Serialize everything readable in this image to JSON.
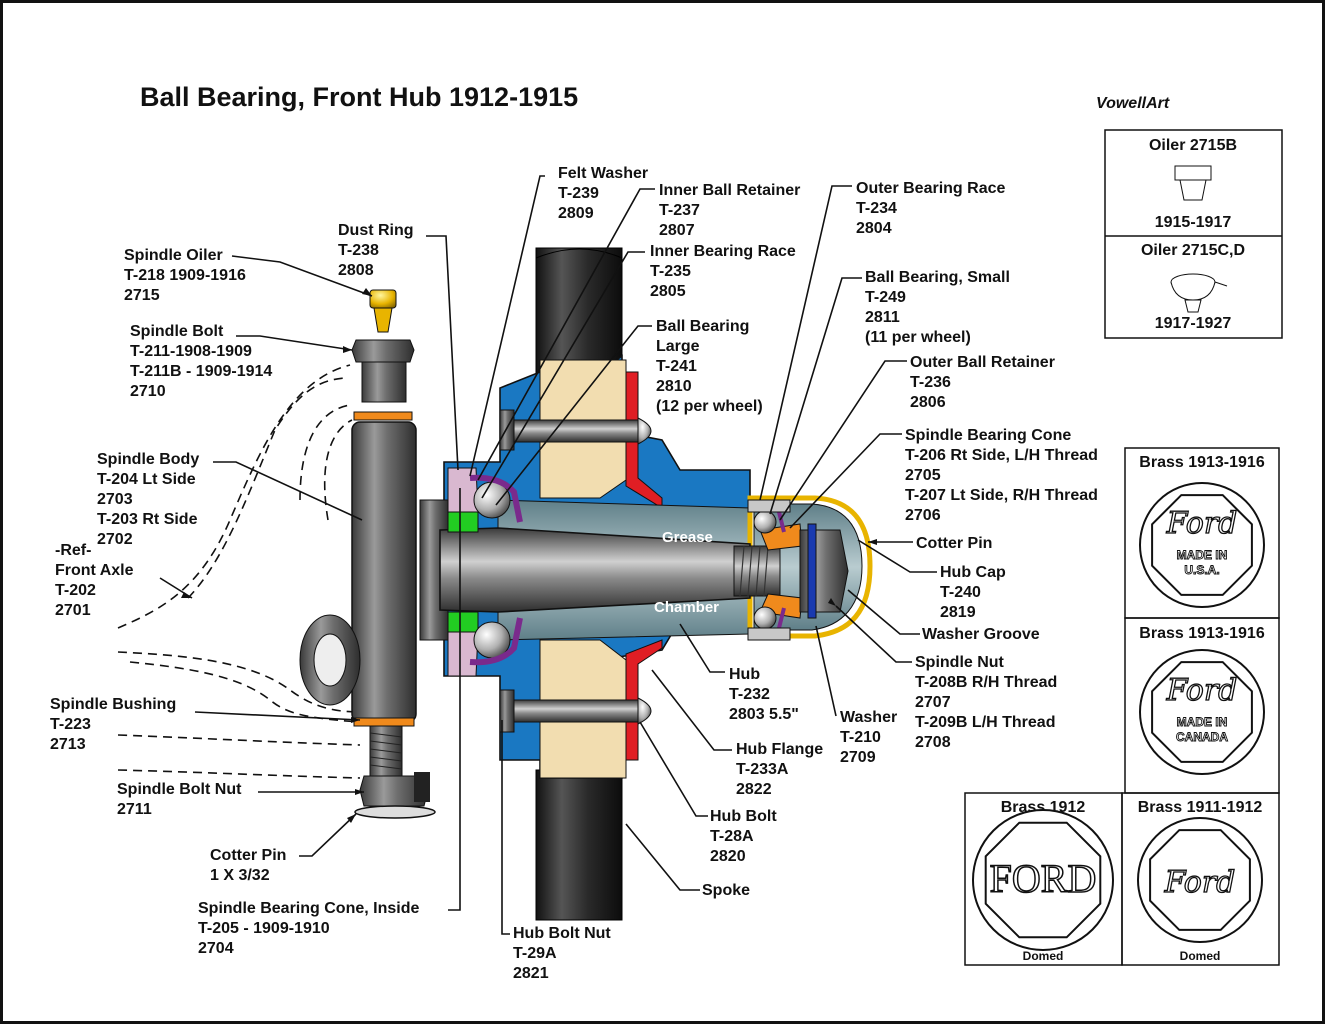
{
  "title": "Ball Bearing, Front Hub 1912-1915",
  "signature": "VowellArt",
  "callouts": {
    "spindle_oiler": [
      "Spindle Oiler",
      "T-218 1909-1916",
      "2715"
    ],
    "spindle_bolt": [
      "Spindle Bolt",
      "T-211-1908-1909",
      "T-211B - 1909-1914",
      "2710"
    ],
    "spindle_body": [
      "Spindle Body",
      "T-204 Lt Side",
      "2703",
      "T-203 Rt Side",
      "2702"
    ],
    "front_axle": [
      "-Ref-",
      "Front Axle",
      "T-202",
      "2701"
    ],
    "spindle_bushing": [
      "Spindle Bushing",
      "T-223",
      "2713"
    ],
    "spindle_bolt_nut": [
      "Spindle Bolt Nut",
      "2711"
    ],
    "cotter_pin_left": [
      "Cotter Pin",
      "1 X 3/32"
    ],
    "spindle_bearing_cone_inside": [
      "Spindle Bearing Cone, Inside",
      "T-205 - 1909-1910",
      "2704"
    ],
    "dust_ring": [
      "Dust Ring",
      "T-238",
      "2808"
    ],
    "felt_washer": [
      "Felt Washer",
      "T-239",
      "2809"
    ],
    "inner_ball_retainer": [
      "Inner Ball Retainer",
      "T-237",
      "2807"
    ],
    "inner_bearing_race": [
      "Inner Bearing Race",
      "T-235",
      "2805"
    ],
    "ball_bearing_large": [
      "Ball Bearing",
      "Large",
      "T-241",
      "2810",
      "(12 per wheel)"
    ],
    "outer_bearing_race": [
      "Outer Bearing Race",
      "T-234",
      "2804"
    ],
    "ball_bearing_small": [
      "Ball Bearing, Small",
      "T-249",
      "2811",
      "(11 per wheel)"
    ],
    "outer_ball_retainer": [
      "Outer Ball Retainer",
      "T-236",
      "2806"
    ],
    "spindle_bearing_cone": [
      "Spindle Bearing Cone",
      "T-206 Rt Side, L/H Thread",
      "2705",
      "T-207 Lt Side, R/H Thread",
      "2706"
    ],
    "cotter_pin_right": [
      "Cotter Pin"
    ],
    "hub_cap": [
      "Hub Cap",
      "T-240",
      "2819"
    ],
    "washer_groove": [
      "Washer Groove"
    ],
    "spindle_nut": [
      "Spindle Nut",
      "T-208B R/H Thread",
      "2707",
      "T-209B L/H Thread",
      "2708"
    ],
    "washer": [
      "Washer",
      "T-210",
      "2709"
    ],
    "hub": [
      "Hub",
      "T-232",
      "2803 5.5\""
    ],
    "hub_flange": [
      "Hub Flange",
      "T-233A",
      "2822"
    ],
    "hub_bolt": [
      "Hub Bolt",
      "T-28A",
      "2820"
    ],
    "spoke": [
      "Spoke"
    ],
    "hub_bolt_nut": [
      "Hub Bolt Nut",
      "T-29A",
      "2821"
    ]
  },
  "internal_labels": {
    "grease": "Grease",
    "chamber": "Chamber"
  },
  "oilers": [
    {
      "title": "Oiler 2715B",
      "years": "1915-1917"
    },
    {
      "title": "Oiler 2715C,D",
      "years": "1917-1927"
    }
  ],
  "hub_caps": [
    {
      "title": "Brass 1913-1916",
      "logo": "Ford",
      "lines": [
        "MADE IN",
        "U.S.A."
      ],
      "note": ""
    },
    {
      "title": "Brass 1913-1916",
      "logo": "Ford",
      "lines": [
        "MADE IN",
        "CANADA"
      ],
      "note": ""
    },
    {
      "title": "Brass 1912",
      "logo": "FORD",
      "lines": [],
      "note": "Domed"
    },
    {
      "title": "Brass 1911-1912",
      "logo": "Ford",
      "lines": [],
      "note": "Domed"
    }
  ],
  "colors": {
    "hub_blue": "#1a78c2",
    "wood": "#f2ddb0",
    "brass": "#e8b400",
    "retainer_purple": "#7a2a8c",
    "felt_green": "#22cc22",
    "flange_red": "#e01e24",
    "cone_orange": "#f08a1c",
    "steel_gray": "#8a8a8a"
  }
}
